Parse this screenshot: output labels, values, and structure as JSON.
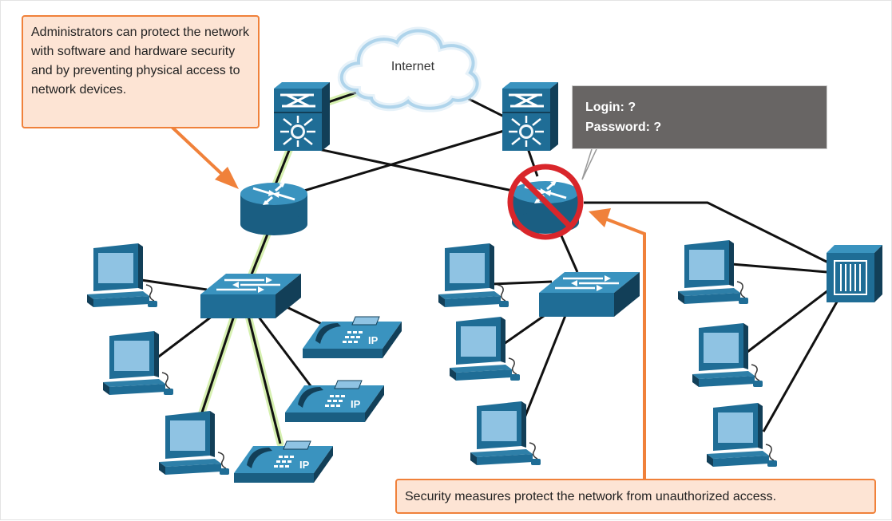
{
  "diagram": {
    "callout_top_text": "Administrators can protect the network with software and hardware security and by preventing physical access to network devices.",
    "callout_bottom_text": "Security measures protect the network from unauthorized access.",
    "cloud_label": "Internet",
    "login_prompt": {
      "login": "Login: ?",
      "password": "Password: ?"
    },
    "phone_label": "IP",
    "colors": {
      "device": "#2e7fa8",
      "device_dark": "#1a5e82",
      "callout_fill": "#fde4d4",
      "callout_border": "#f0813a",
      "arrow": "#f0813a",
      "prohibition": "#d9262b",
      "login_box": "#686564",
      "link_highlight": "#d6f0b0"
    }
  }
}
